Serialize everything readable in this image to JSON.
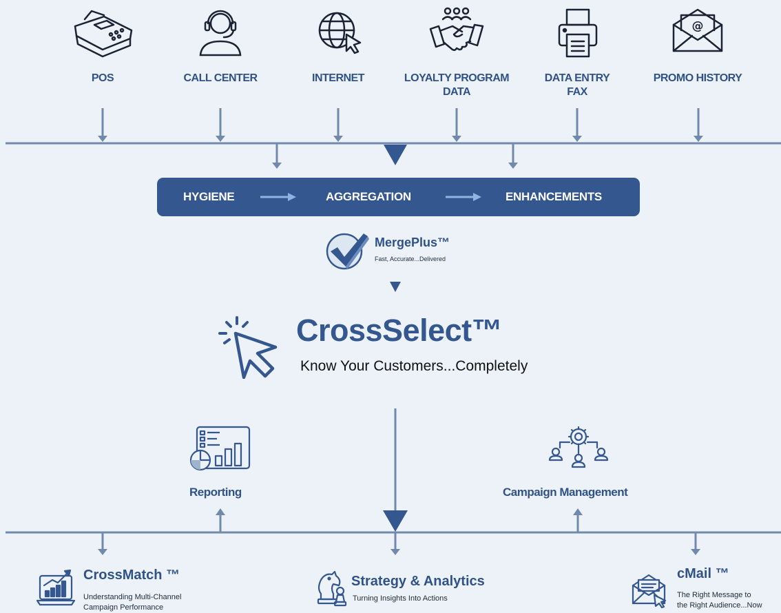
{
  "colors": {
    "background": "#ecf2f7",
    "accent": "#34578f",
    "line": "#7189ad",
    "text": "#2f5289"
  },
  "sources": [
    {
      "icon": "pos-terminal-icon",
      "label": "POS"
    },
    {
      "icon": "call-center-headset-icon",
      "label": "CALL CENTER"
    },
    {
      "icon": "internet-globe-icon",
      "label": "INTERNET"
    },
    {
      "icon": "handshake-icon",
      "label": "LOYALTY PROGRAM DATA"
    },
    {
      "icon": "printer-fax-icon",
      "label": "DATA ENTRY FAX"
    },
    {
      "icon": "email-envelope-icon",
      "label": "PROMO HISTORY"
    }
  ],
  "pipeline": {
    "steps": [
      "HYGIENE",
      "AGGREGATION",
      "ENHANCEMENTS"
    ]
  },
  "mergeplus": {
    "icon": "checkmark-icon",
    "name": "MergePlus™",
    "tagline": "Fast, Accurate...Delivered"
  },
  "crossselect": {
    "icon": "cursor-click-icon",
    "name": "CrossSelect™",
    "tagline": "Know Your Customers...Completely"
  },
  "middle": {
    "reporting": {
      "icon": "dashboard-chart-icon",
      "label": "Reporting"
    },
    "campaign": {
      "icon": "people-gear-icon",
      "label": "Campaign Management"
    }
  },
  "bottom": {
    "crossmatch": {
      "icon": "laptop-chart-icon",
      "title": "CrossMatch ™",
      "desc_line1": "Understanding Multi-Channel",
      "desc_line2": "Campaign Performance"
    },
    "strategy": {
      "icon": "chess-pieces-icon",
      "title": "Strategy & Analytics",
      "desc": "Turning Insights Into Actions"
    },
    "cmail": {
      "icon": "mail-cursor-icon",
      "title": "cMail ™",
      "desc_line1": "The Right Message to",
      "desc_line2": "the Right Audience...Now"
    }
  }
}
